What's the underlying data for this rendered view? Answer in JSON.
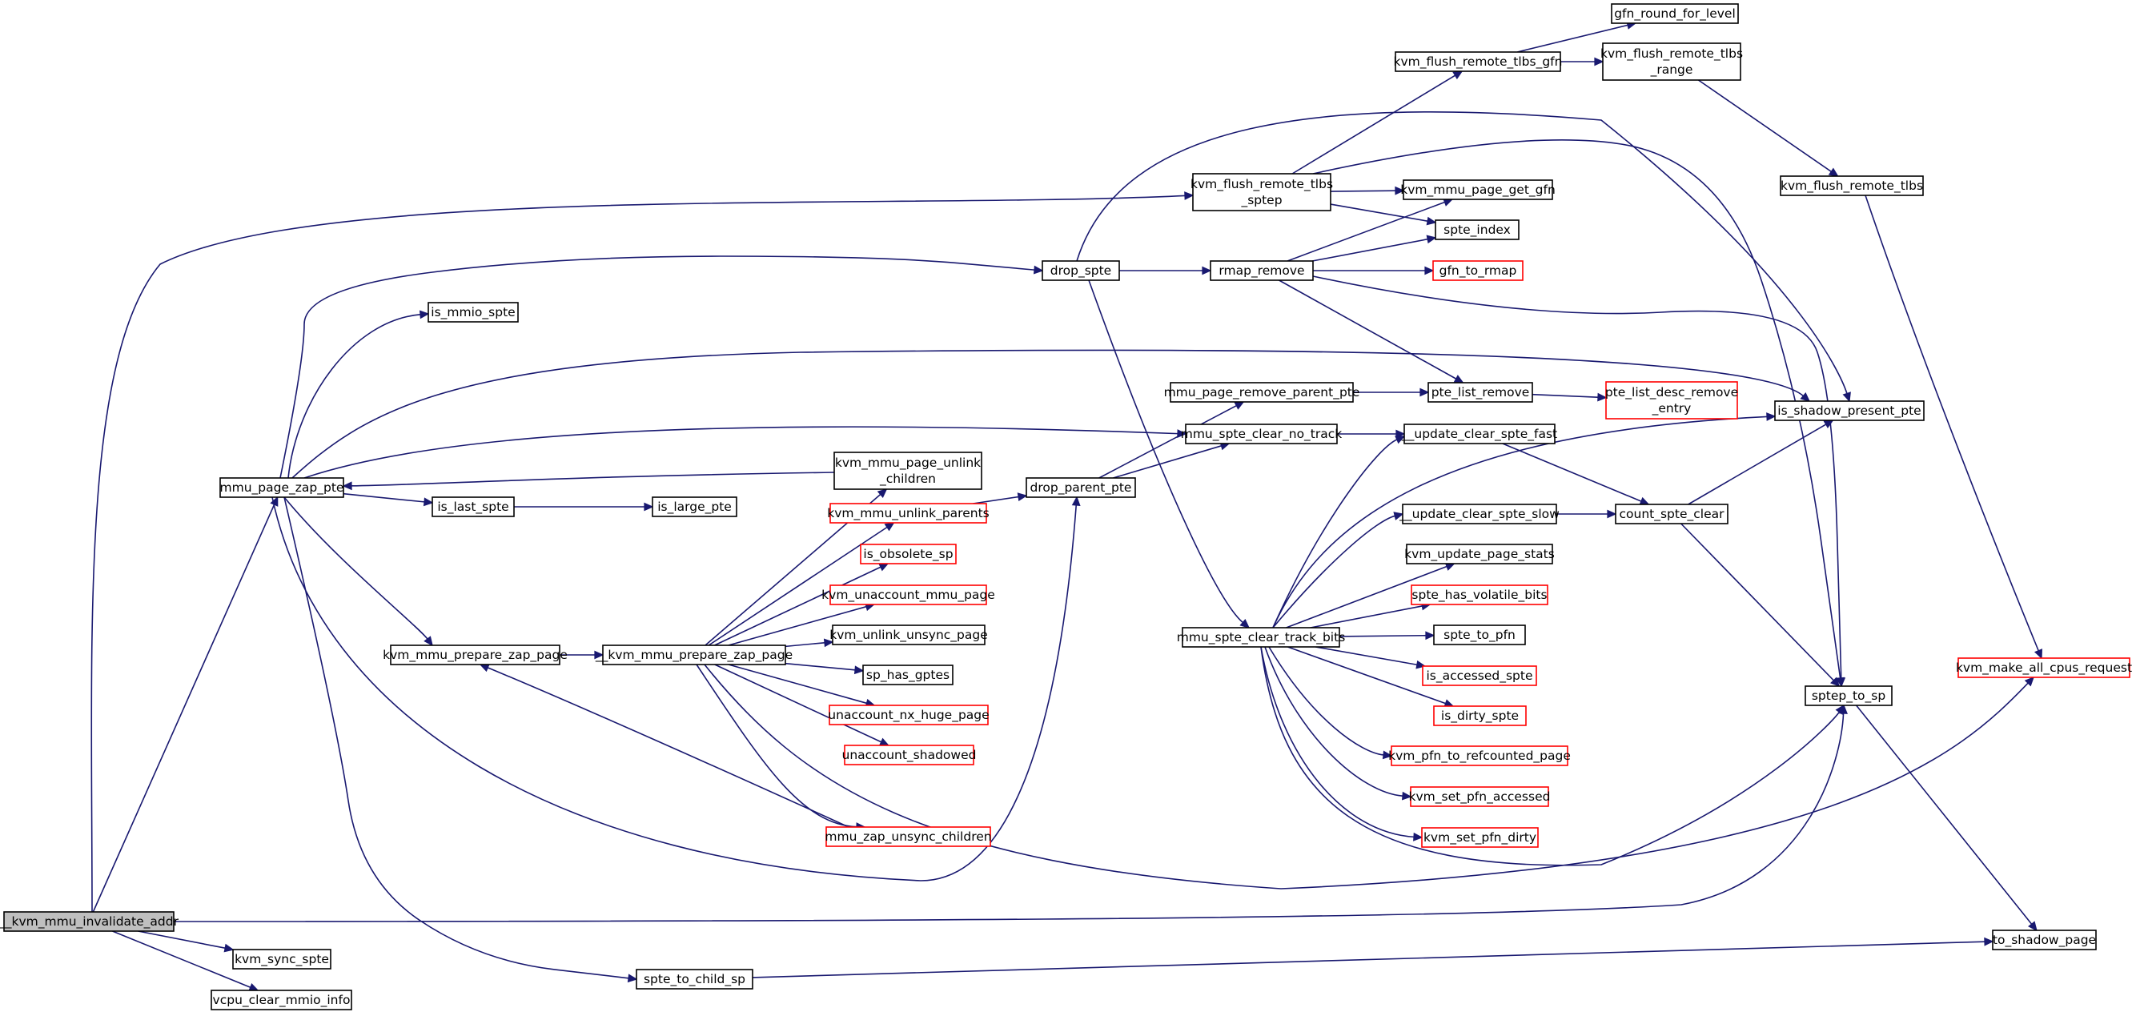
{
  "colors": {
    "edge": "#191970",
    "node_border": "#000000",
    "truncated_node_border": "#ff0000",
    "root_fill": "#bfbfbf"
  },
  "nodes": [
    {
      "id": "kvm_mmu_invalidate_addr",
      "label": "__kvm_mmu_invalidate_addr",
      "style": "root"
    },
    {
      "id": "mmu_page_zap_pte",
      "label": "mmu_page_zap_pte",
      "style": "normal"
    },
    {
      "id": "kvm_sync_spte",
      "label": "kvm_sync_spte",
      "style": "normal"
    },
    {
      "id": "vcpu_clear_mmio_info",
      "label": "vcpu_clear_mmio_info",
      "style": "normal"
    },
    {
      "id": "is_mmio_spte",
      "label": "is_mmio_spte",
      "style": "normal"
    },
    {
      "id": "is_last_spte",
      "label": "is_last_spte",
      "style": "normal"
    },
    {
      "id": "is_large_pte",
      "label": "is_large_pte",
      "style": "normal"
    },
    {
      "id": "kvm_mmu_prepare_zap_page",
      "label": "kvm_mmu_prepare_zap_page",
      "style": "normal"
    },
    {
      "id": "_kvm_mmu_prepare_zap_page",
      "label": "__kvm_mmu_prepare_zap_page",
      "style": "normal"
    },
    {
      "id": "spte_to_child_sp",
      "label": "spte_to_child_sp",
      "style": "normal"
    },
    {
      "id": "kvm_mmu_page_unlink_children",
      "label": [
        "kvm_mmu_page_unlink",
        "_children"
      ],
      "style": "normal"
    },
    {
      "id": "kvm_mmu_unlink_parents",
      "label": "kvm_mmu_unlink_parents",
      "style": "red"
    },
    {
      "id": "is_obsolete_sp",
      "label": "is_obsolete_sp",
      "style": "red"
    },
    {
      "id": "kvm_unaccount_mmu_page",
      "label": "kvm_unaccount_mmu_page",
      "style": "red"
    },
    {
      "id": "kvm_unlink_unsync_page",
      "label": "kvm_unlink_unsync_page",
      "style": "normal"
    },
    {
      "id": "sp_has_gptes",
      "label": "sp_has_gptes",
      "style": "normal"
    },
    {
      "id": "unaccount_nx_huge_page",
      "label": "unaccount_nx_huge_page",
      "style": "red"
    },
    {
      "id": "unaccount_shadowed",
      "label": "unaccount_shadowed",
      "style": "red"
    },
    {
      "id": "mmu_zap_unsync_children",
      "label": "mmu_zap_unsync_children",
      "style": "red"
    },
    {
      "id": "drop_parent_pte",
      "label": "drop_parent_pte",
      "style": "normal"
    },
    {
      "id": "drop_spte",
      "label": "drop_spte",
      "style": "normal"
    },
    {
      "id": "kvm_flush_remote_tlbs_sptep",
      "label": [
        "kvm_flush_remote_tlbs",
        "_sptep"
      ],
      "style": "normal"
    },
    {
      "id": "rmap_remove",
      "label": "rmap_remove",
      "style": "normal"
    },
    {
      "id": "mmu_page_remove_parent_pte",
      "label": "mmu_page_remove_parent_pte",
      "style": "normal"
    },
    {
      "id": "mmu_spte_clear_no_track",
      "label": "mmu_spte_clear_no_track",
      "style": "normal"
    },
    {
      "id": "mmu_spte_clear_track_bits",
      "label": "mmu_spte_clear_track_bits",
      "style": "normal"
    },
    {
      "id": "kvm_flush_remote_tlbs_gfn",
      "label": "kvm_flush_remote_tlbs_gfn",
      "style": "normal"
    },
    {
      "id": "kvm_mmu_page_get_gfn",
      "label": "kvm_mmu_page_get_gfn",
      "style": "normal"
    },
    {
      "id": "spte_index",
      "label": "spte_index",
      "style": "normal"
    },
    {
      "id": "gfn_to_rmap",
      "label": "gfn_to_rmap",
      "style": "red"
    },
    {
      "id": "pte_list_remove",
      "label": "pte_list_remove",
      "style": "normal"
    },
    {
      "id": "update_clear_spte_fast",
      "label": "__update_clear_spte_fast",
      "style": "normal"
    },
    {
      "id": "update_clear_spte_slow",
      "label": "__update_clear_spte_slow",
      "style": "normal"
    },
    {
      "id": "kvm_update_page_stats",
      "label": "kvm_update_page_stats",
      "style": "normal"
    },
    {
      "id": "spte_has_volatile_bits",
      "label": "spte_has_volatile_bits",
      "style": "red"
    },
    {
      "id": "spte_to_pfn",
      "label": "spte_to_pfn",
      "style": "normal"
    },
    {
      "id": "is_accessed_spte",
      "label": "is_accessed_spte",
      "style": "red"
    },
    {
      "id": "is_dirty_spte",
      "label": "is_dirty_spte",
      "style": "red"
    },
    {
      "id": "kvm_pfn_to_refcounted_page",
      "label": "kvm_pfn_to_refcounted_page",
      "style": "red"
    },
    {
      "id": "kvm_set_pfn_accessed",
      "label": "kvm_set_pfn_accessed",
      "style": "red"
    },
    {
      "id": "kvm_set_pfn_dirty",
      "label": "kvm_set_pfn_dirty",
      "style": "red"
    },
    {
      "id": "gfn_round_for_level",
      "label": "gfn_round_for_level",
      "style": "normal"
    },
    {
      "id": "kvm_flush_remote_tlbs_range",
      "label": [
        "kvm_flush_remote_tlbs",
        "_range"
      ],
      "style": "normal"
    },
    {
      "id": "pte_list_desc_remove_entry",
      "label": [
        "pte_list_desc_remove",
        "_entry"
      ],
      "style": "red"
    },
    {
      "id": "count_spte_clear",
      "label": "count_spte_clear",
      "style": "normal"
    },
    {
      "id": "kvm_flush_remote_tlbs",
      "label": "kvm_flush_remote_tlbs",
      "style": "normal"
    },
    {
      "id": "is_shadow_present_pte",
      "label": "is_shadow_present_pte",
      "style": "normal"
    },
    {
      "id": "sptep_to_sp",
      "label": "sptep_to_sp",
      "style": "normal"
    },
    {
      "id": "to_shadow_page",
      "label": "to_shadow_page",
      "style": "normal"
    },
    {
      "id": "kvm_make_all_cpus_request",
      "label": "kvm_make_all_cpus_request",
      "style": "red"
    }
  ],
  "edges": [
    {
      "from": "kvm_mmu_invalidate_addr",
      "to": "mmu_page_zap_pte"
    },
    {
      "from": "kvm_mmu_invalidate_addr",
      "to": "kvm_sync_spte"
    },
    {
      "from": "kvm_mmu_invalidate_addr",
      "to": "vcpu_clear_mmio_info"
    },
    {
      "from": "kvm_mmu_invalidate_addr",
      "to": "kvm_flush_remote_tlbs_sptep"
    },
    {
      "from": "kvm_mmu_invalidate_addr",
      "to": "sptep_to_sp"
    },
    {
      "from": "mmu_page_zap_pte",
      "to": "is_mmio_spte"
    },
    {
      "from": "mmu_page_zap_pte",
      "to": "is_last_spte"
    },
    {
      "from": "mmu_page_zap_pte",
      "to": "kvm_mmu_prepare_zap_page"
    },
    {
      "from": "mmu_page_zap_pte",
      "to": "spte_to_child_sp"
    },
    {
      "from": "mmu_page_zap_pte",
      "to": "drop_spte"
    },
    {
      "from": "mmu_page_zap_pte",
      "to": "is_shadow_present_pte"
    },
    {
      "from": "mmu_page_zap_pte",
      "to": "mmu_spte_clear_no_track"
    },
    {
      "from": "mmu_page_zap_pte",
      "to": "drop_parent_pte"
    },
    {
      "from": "is_last_spte",
      "to": "is_large_pte"
    },
    {
      "from": "kvm_mmu_prepare_zap_page",
      "to": "_kvm_mmu_prepare_zap_page"
    },
    {
      "from": "_kvm_mmu_prepare_zap_page",
      "to": "kvm_mmu_page_unlink_children"
    },
    {
      "from": "_kvm_mmu_prepare_zap_page",
      "to": "kvm_mmu_unlink_parents"
    },
    {
      "from": "_kvm_mmu_prepare_zap_page",
      "to": "is_obsolete_sp"
    },
    {
      "from": "_kvm_mmu_prepare_zap_page",
      "to": "kvm_unaccount_mmu_page"
    },
    {
      "from": "_kvm_mmu_prepare_zap_page",
      "to": "kvm_unlink_unsync_page"
    },
    {
      "from": "_kvm_mmu_prepare_zap_page",
      "to": "sp_has_gptes"
    },
    {
      "from": "_kvm_mmu_prepare_zap_page",
      "to": "unaccount_nx_huge_page"
    },
    {
      "from": "_kvm_mmu_prepare_zap_page",
      "to": "unaccount_shadowed"
    },
    {
      "from": "_kvm_mmu_prepare_zap_page",
      "to": "mmu_zap_unsync_children"
    },
    {
      "from": "_kvm_mmu_prepare_zap_page",
      "to": "kvm_make_all_cpus_request"
    },
    {
      "from": "kvm_mmu_page_unlink_children",
      "to": "mmu_page_zap_pte"
    },
    {
      "from": "kvm_mmu_unlink_parents",
      "to": "drop_parent_pte"
    },
    {
      "from": "mmu_zap_unsync_children",
      "to": "kvm_mmu_prepare_zap_page"
    },
    {
      "from": "drop_parent_pte",
      "to": "mmu_page_remove_parent_pte"
    },
    {
      "from": "drop_parent_pte",
      "to": "mmu_spte_clear_no_track"
    },
    {
      "from": "drop_spte",
      "to": "rmap_remove"
    },
    {
      "from": "drop_spte",
      "to": "mmu_spte_clear_track_bits"
    },
    {
      "from": "drop_spte",
      "to": "is_shadow_present_pte"
    },
    {
      "from": "kvm_flush_remote_tlbs_sptep",
      "to": "kvm_flush_remote_tlbs_gfn"
    },
    {
      "from": "kvm_flush_remote_tlbs_sptep",
      "to": "kvm_mmu_page_get_gfn"
    },
    {
      "from": "kvm_flush_remote_tlbs_sptep",
      "to": "spte_index"
    },
    {
      "from": "kvm_flush_remote_tlbs_sptep",
      "to": "sptep_to_sp"
    },
    {
      "from": "rmap_remove",
      "to": "kvm_mmu_page_get_gfn"
    },
    {
      "from": "rmap_remove",
      "to": "spte_index"
    },
    {
      "from": "rmap_remove",
      "to": "gfn_to_rmap"
    },
    {
      "from": "rmap_remove",
      "to": "pte_list_remove"
    },
    {
      "from": "rmap_remove",
      "to": "sptep_to_sp"
    },
    {
      "from": "mmu_page_remove_parent_pte",
      "to": "pte_list_remove"
    },
    {
      "from": "mmu_spte_clear_no_track",
      "to": "update_clear_spte_fast"
    },
    {
      "from": "pte_list_remove",
      "to": "pte_list_desc_remove_entry"
    },
    {
      "from": "update_clear_spte_fast",
      "to": "count_spte_clear"
    },
    {
      "from": "update_clear_spte_slow",
      "to": "count_spte_clear"
    },
    {
      "from": "count_spte_clear",
      "to": "is_shadow_present_pte"
    },
    {
      "from": "count_spte_clear",
      "to": "sptep_to_sp"
    },
    {
      "from": "mmu_spte_clear_track_bits",
      "to": "update_clear_spte_fast"
    },
    {
      "from": "mmu_spte_clear_track_bits",
      "to": "update_clear_spte_slow"
    },
    {
      "from": "mmu_spte_clear_track_bits",
      "to": "kvm_update_page_stats"
    },
    {
      "from": "mmu_spte_clear_track_bits",
      "to": "spte_has_volatile_bits"
    },
    {
      "from": "mmu_spte_clear_track_bits",
      "to": "spte_to_pfn"
    },
    {
      "from": "mmu_spte_clear_track_bits",
      "to": "is_accessed_spte"
    },
    {
      "from": "mmu_spte_clear_track_bits",
      "to": "is_dirty_spte"
    },
    {
      "from": "mmu_spte_clear_track_bits",
      "to": "kvm_pfn_to_refcounted_page"
    },
    {
      "from": "mmu_spte_clear_track_bits",
      "to": "kvm_set_pfn_accessed"
    },
    {
      "from": "mmu_spte_clear_track_bits",
      "to": "kvm_set_pfn_dirty"
    },
    {
      "from": "mmu_spte_clear_track_bits",
      "to": "is_shadow_present_pte"
    },
    {
      "from": "mmu_spte_clear_track_bits",
      "to": "sptep_to_sp"
    },
    {
      "from": "kvm_flush_remote_tlbs_gfn",
      "to": "gfn_round_for_level"
    },
    {
      "from": "kvm_flush_remote_tlbs_gfn",
      "to": "kvm_flush_remote_tlbs_range"
    },
    {
      "from": "kvm_flush_remote_tlbs_range",
      "to": "kvm_flush_remote_tlbs"
    },
    {
      "from": "kvm_flush_remote_tlbs",
      "to": "kvm_make_all_cpus_request"
    },
    {
      "from": "spte_to_child_sp",
      "to": "to_shadow_page"
    },
    {
      "from": "sptep_to_sp",
      "to": "to_shadow_page"
    }
  ]
}
